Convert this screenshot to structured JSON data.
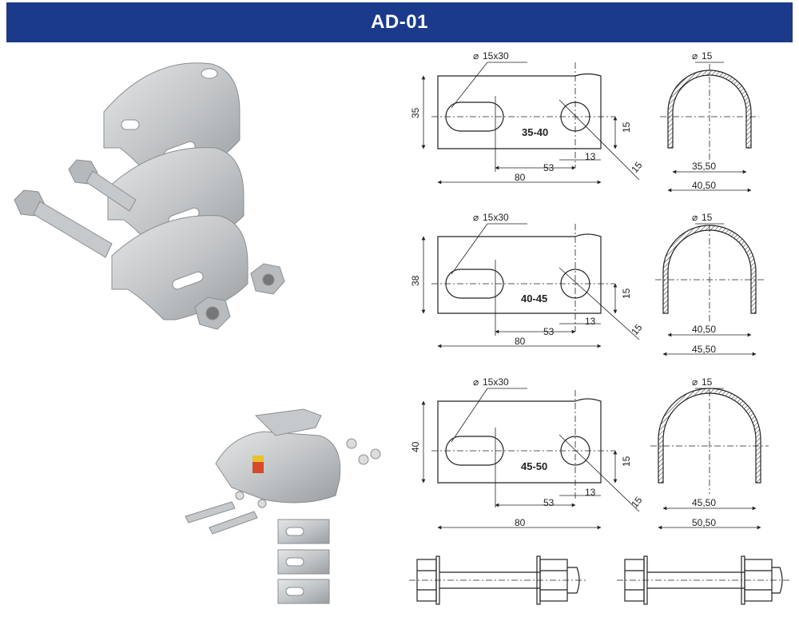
{
  "header": {
    "title": "AD-01"
  },
  "plates": [
    {
      "size_label": "35-40",
      "slot": "15x30",
      "hole": "15",
      "height": "35",
      "hole_offset": "15",
      "d13": "13",
      "d53": "53",
      "d80": "80",
      "inner_width": "35,50",
      "outer_width": "40,50",
      "top_hole": "15"
    },
    {
      "size_label": "40-45",
      "slot": "15x30",
      "hole": "15",
      "height": "38",
      "hole_offset": "15",
      "d13": "13",
      "d53": "53",
      "d80": "80",
      "inner_width": "40,50",
      "outer_width": "45,50",
      "top_hole": "15"
    },
    {
      "size_label": "45-50",
      "slot": "15x30",
      "hole": "15",
      "height": "40",
      "hole_offset": "15",
      "d13": "13",
      "d53": "53",
      "d80": "80",
      "inner_width": "45,50",
      "outer_width": "50,50",
      "top_hole": "15"
    }
  ],
  "colors": {
    "header_bg": "#1b3a8c",
    "line": "#222222",
    "metal": "#c9ccce"
  },
  "icons": [
    "diameter-symbol"
  ]
}
